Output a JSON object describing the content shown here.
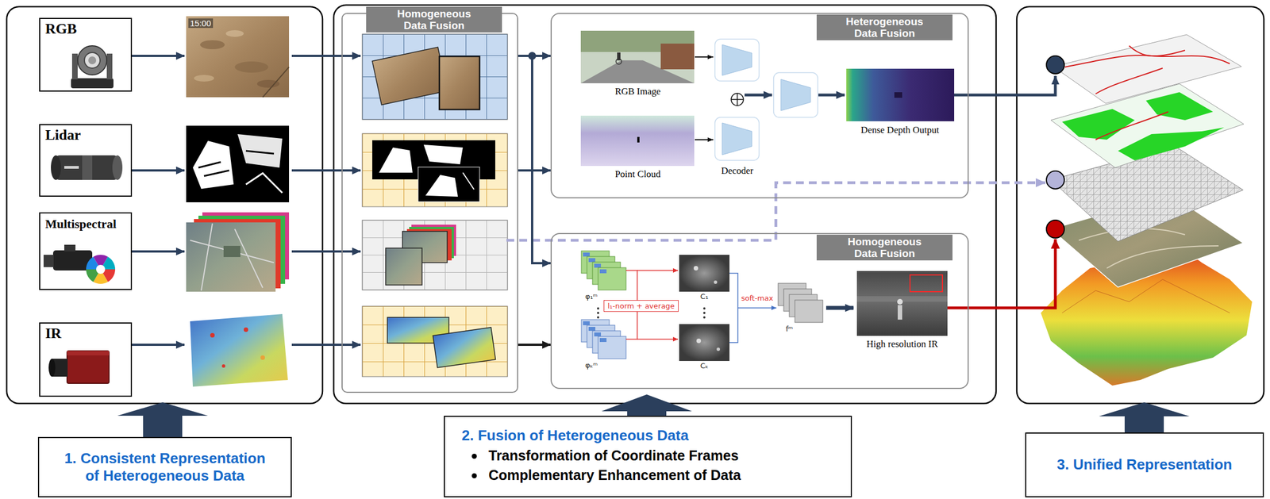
{
  "diagram": {
    "nodes": [
      {
        "text": [
          "RGB"
        ]
      },
      {
        "text": [
          "Lidar"
        ]
      },
      {
        "text": [
          "Multispectral"
        ]
      },
      {
        "text": [
          "IR"
        ]
      },
      {
        "text": [
          "Homogeneous Data Fusion"
        ]
      },
      {
        "text": [
          "Heterogeneous Data Fusion"
        ]
      },
      {
        "text": [
          "Homogeneous Data Fusion"
        ]
      },
      {
        "text": [
          "l₁-norm + average"
        ],
        "in": 6
      },
      {
        "text": [
          "1. Consistent Representation of Heterogeneous Data"
        ]
      },
      {
        "text": [
          "2. Fusion of Heterogeneous Data",
          "Transformation of Coordinate Frames",
          "Complementary Enhancement of Data"
        ]
      },
      {
        "text": [
          "3. Unified Representation"
        ]
      }
    ],
    "edges": [
      {
        "from": 4,
        "to": 5,
        "arrow": "to"
      },
      {
        "from": 4,
        "to": 5,
        "arrow": "to"
      },
      {
        "from": 4,
        "to": 6,
        "arrow": "to"
      },
      {
        "from": 4,
        "to": 6,
        "arrow": "to"
      }
    ],
    "labels": [
      "15:00",
      "RGB Image",
      "Point Cloud",
      "Decoder",
      "Dense Depth Output",
      "φ₁ᵐ",
      "C₁",
      "φₖᵐ",
      "Cₖ",
      "soft-max",
      "fᵐ",
      "High resolution IR"
    ]
  }
}
